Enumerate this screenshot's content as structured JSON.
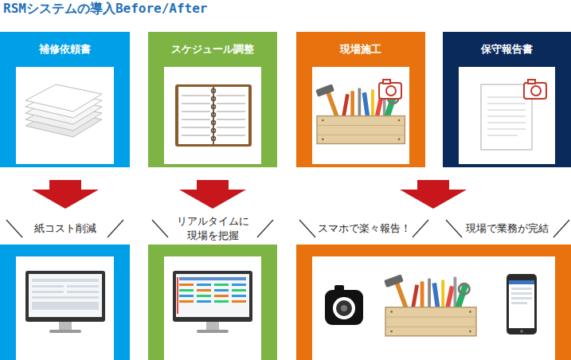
{
  "diagram": {
    "title": "RSMシステムの導入Before/After",
    "nodes": [
      {
        "text": [
          "補修依頼書"
        ]
      },
      {
        "text": [
          "スケジュール調整"
        ]
      },
      {
        "text": [
          "現場施工"
        ]
      },
      {
        "text": [
          "保守報告書"
        ]
      }
    ],
    "labels": [
      "紙コスト削減",
      "リアルタイムに 現場を把握",
      "スマホで楽々報告！",
      "現場で業務が完結"
    ]
  }
}
